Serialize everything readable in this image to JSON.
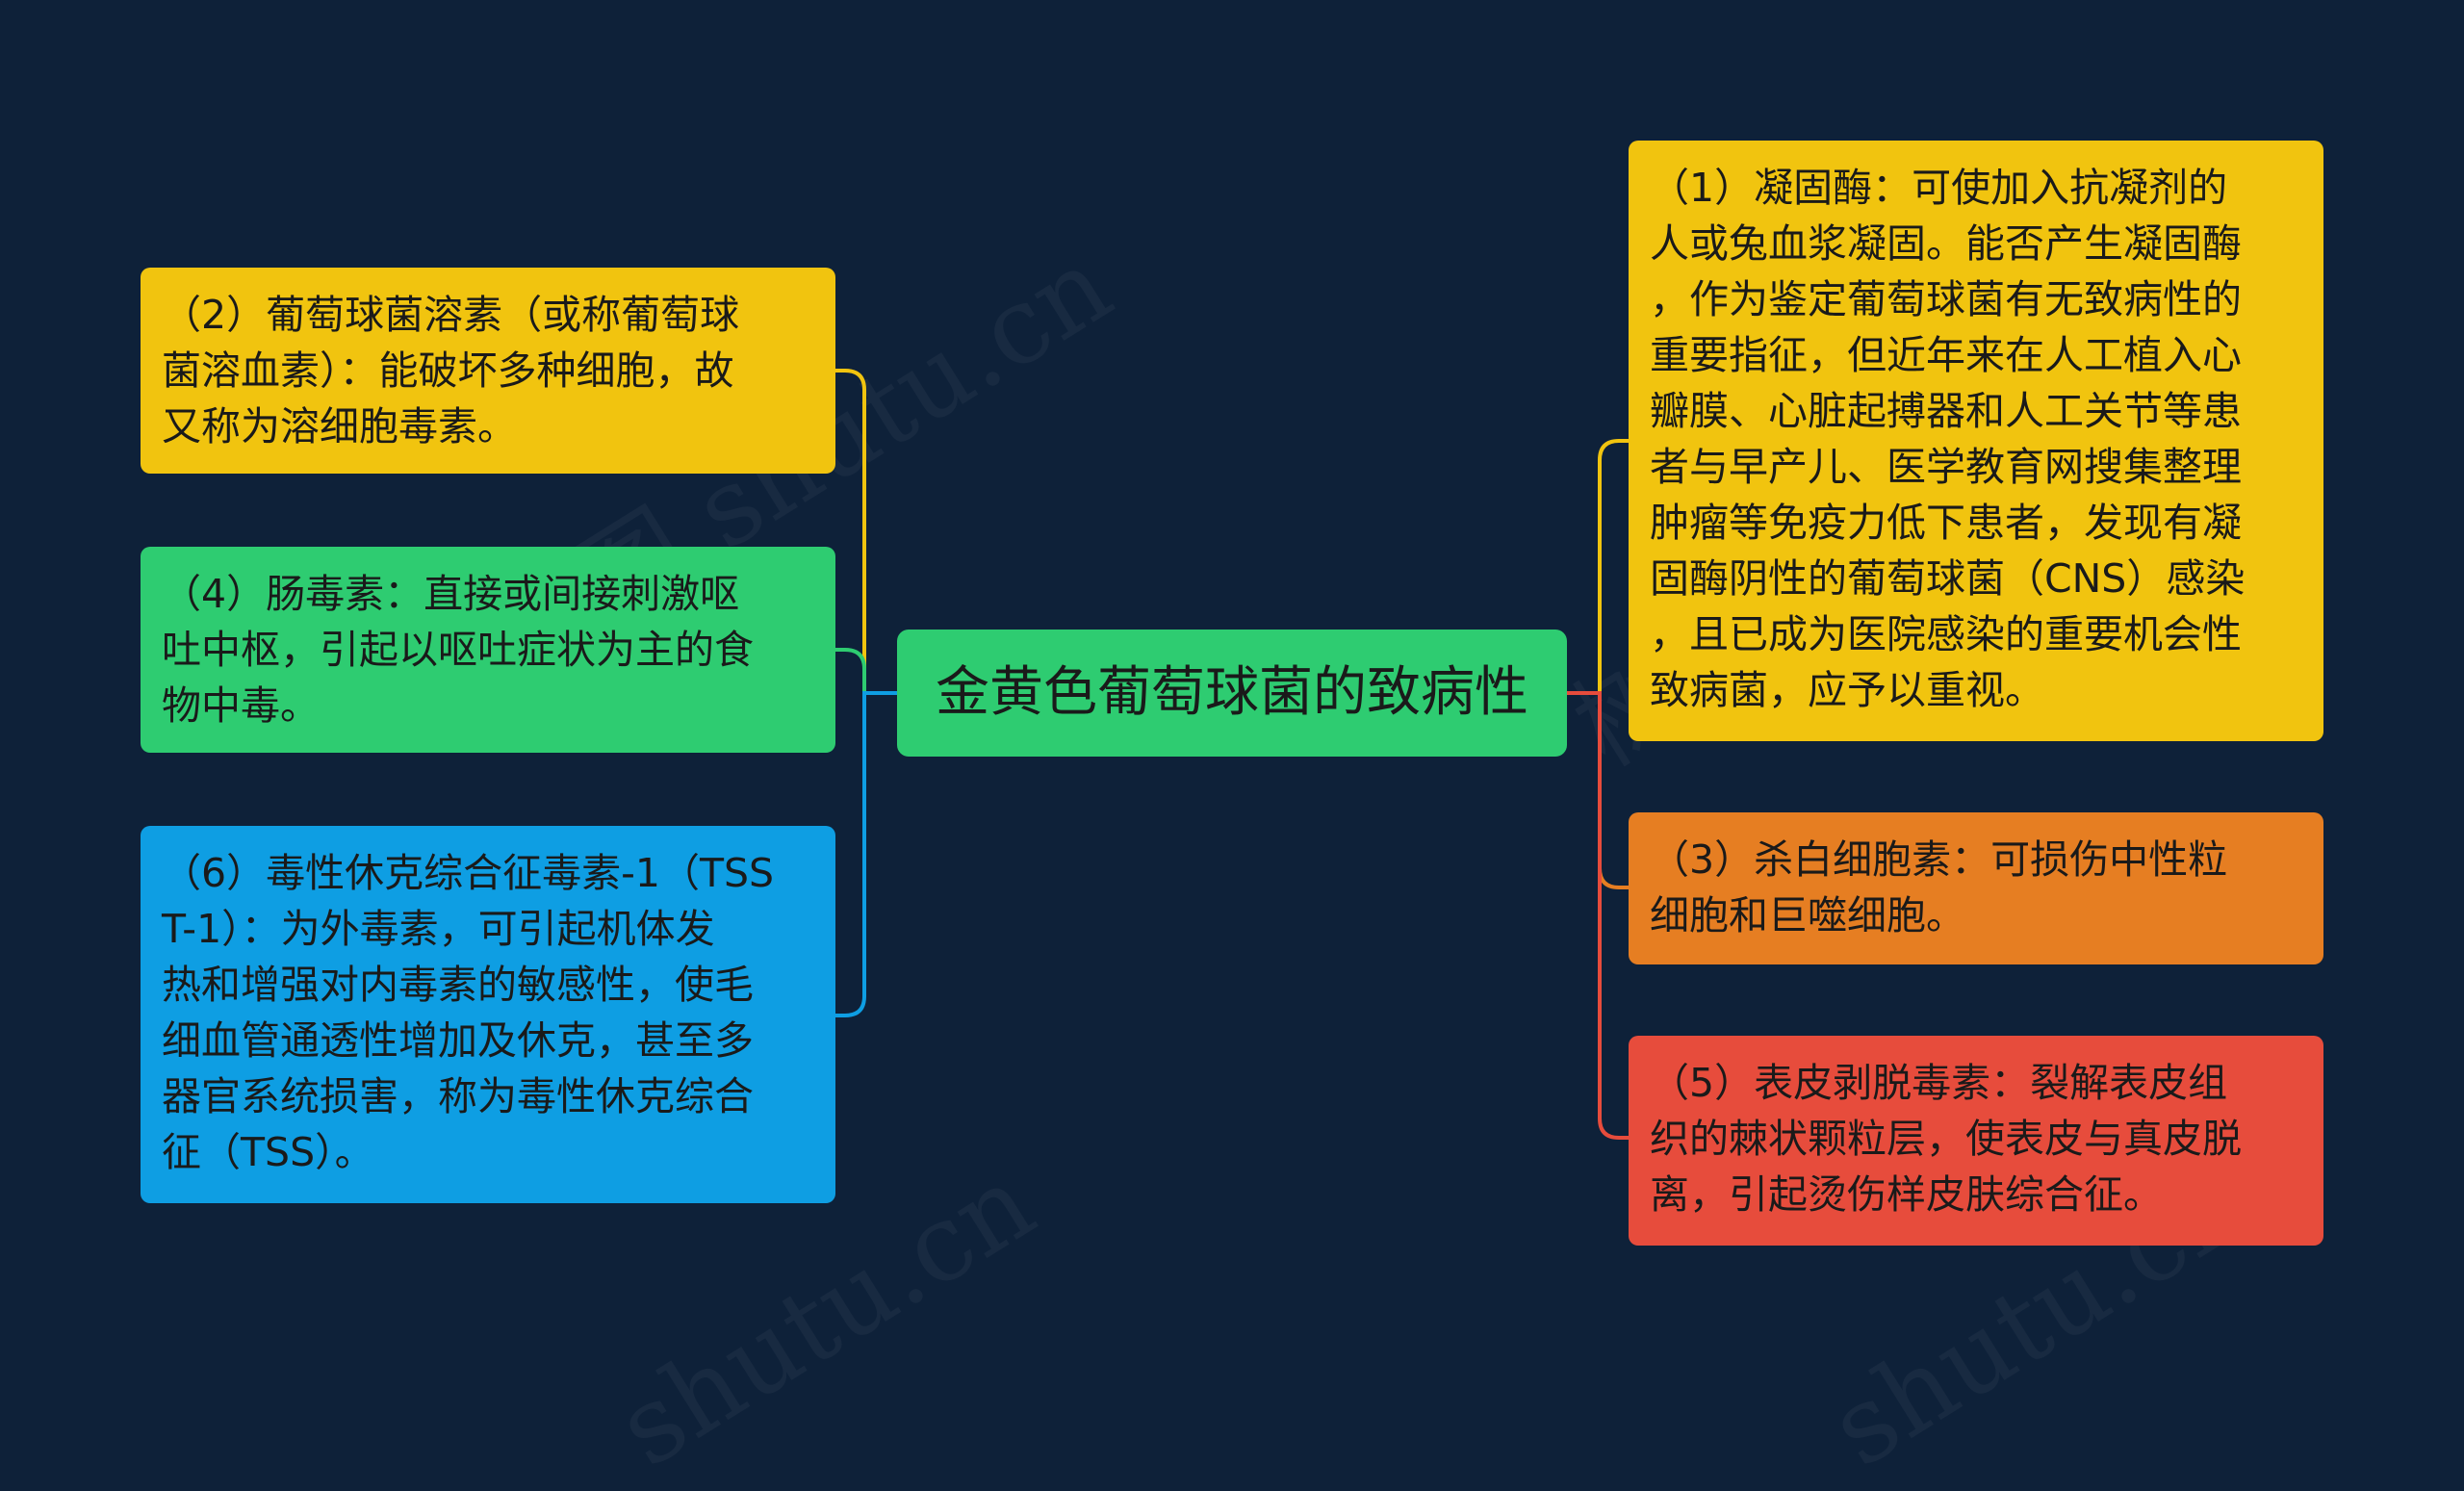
{
  "title": "金黄色葡萄球菌的致病性",
  "colors": {
    "background": "#0e2139",
    "yellow": "#f1c40f",
    "green": "#2ecc71",
    "blue": "#0e9ee3",
    "orange": "#e67e22",
    "red": "#e74c3c",
    "connector_left_top": "#f1c40f",
    "connector_left_mid": "#2ecc71",
    "connector_left_bottom": "#0e9ee3",
    "connector_right": "#e74c3c"
  },
  "left_nodes": [
    {
      "text": "（2）葡萄球菌溶素（或称葡萄球\n菌溶血素）：能破坏多种细胞，故\n又称为溶细胞毒素。",
      "color": "#f1c40f"
    },
    {
      "text": "（4）肠毒素：直接或间接刺激呕\n吐中枢，引起以呕吐症状为主的食\n物中毒。",
      "color": "#2ecc71"
    },
    {
      "text": "（6）毒性休克综合征毒素-1（TSS\nT-1）：为外毒素，可引起机体发\n热和增强对内毒素的敏感性，使毛\n细血管通透性增加及休克，甚至多\n器官系统损害，称为毒性休克综合\n征（TSS）。",
      "color": "#0e9ee3"
    }
  ],
  "right_nodes": [
    {
      "text": "（1）凝固酶：可使加入抗凝剂的\n人或兔血浆凝固。能否产生凝固酶\n，作为鉴定葡萄球菌有无致病性的\n重要指征，但近年来在人工植入心\n瓣膜、心脏起搏器和人工关节等患\n者与早产儿、医学教育网搜集整理\n肿瘤等免疫力低下患者，发现有凝\n固酶阴性的葡萄球菌（CNS）感染\n，且已成为医院感染的重要机会性\n致病菌，应予以重视。",
      "color": "#f1c40f"
    },
    {
      "text": "（3）杀白细胞素：可损伤中性粒\n细胞和巨噬细胞。",
      "color": "#e67e22"
    },
    {
      "text": "（5）表皮剥脱毒素：裂解表皮组\n织的棘状颗粒层，使表皮与真皮脱\n离，引起烫伤样皮肤综合征。",
      "color": "#e74c3c"
    }
  ],
  "watermarks": [
    "树图 shutu.cn",
    "树图 shutu.cn",
    "shutu.cn",
    "shutu.cn"
  ]
}
